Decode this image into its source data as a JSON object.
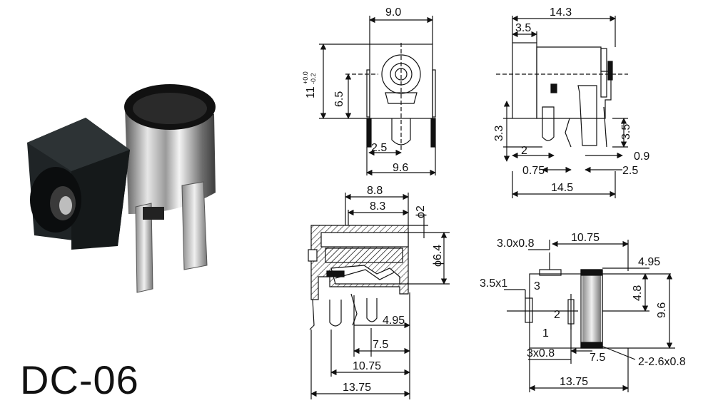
{
  "product": {
    "model": "DC-06"
  },
  "views": {
    "front": {
      "dims": {
        "width": "9.0",
        "height": "11",
        "height_tol_upper": "+0.0",
        "height_tol_lower": "-0.2",
        "center_height": "6.5",
        "pin_offset": "2.5",
        "pin_span": "9.6"
      }
    },
    "side": {
      "dims": {
        "total_length": "14.3",
        "front_depth": "3.5",
        "pin_height_left": "3.3",
        "pin_offset": "2",
        "pin_height_right": "3.5",
        "pin_thickness": "0.9",
        "pin_width_a": "0.75",
        "pin_width_b": "2.5",
        "base_length": "14.5"
      }
    },
    "section": {
      "dims": {
        "depth_outer": "8.8",
        "depth_inner": "8.3",
        "pin_dia": "ϕ2",
        "bore_dia": "ϕ6.4",
        "pin_pos_a": "4.95",
        "pin_pos_b": "7.5",
        "pin_pos_c": "10.75",
        "overall": "13.75"
      }
    },
    "footprint": {
      "pads": {
        "pad3_size": "3.0x0.8",
        "pad1_size": "3.5x1",
        "pad2_size": "3x0.8",
        "slots": "2-2.6x0.8"
      },
      "pins": {
        "p1": "1",
        "p2": "2",
        "p3": "3"
      },
      "dims": {
        "top_span": "10.75",
        "slot_offset": "4.95",
        "pad_height": "4.8",
        "total_height": "9.6",
        "slot_pos": "7.5",
        "overall": "13.75"
      }
    }
  }
}
